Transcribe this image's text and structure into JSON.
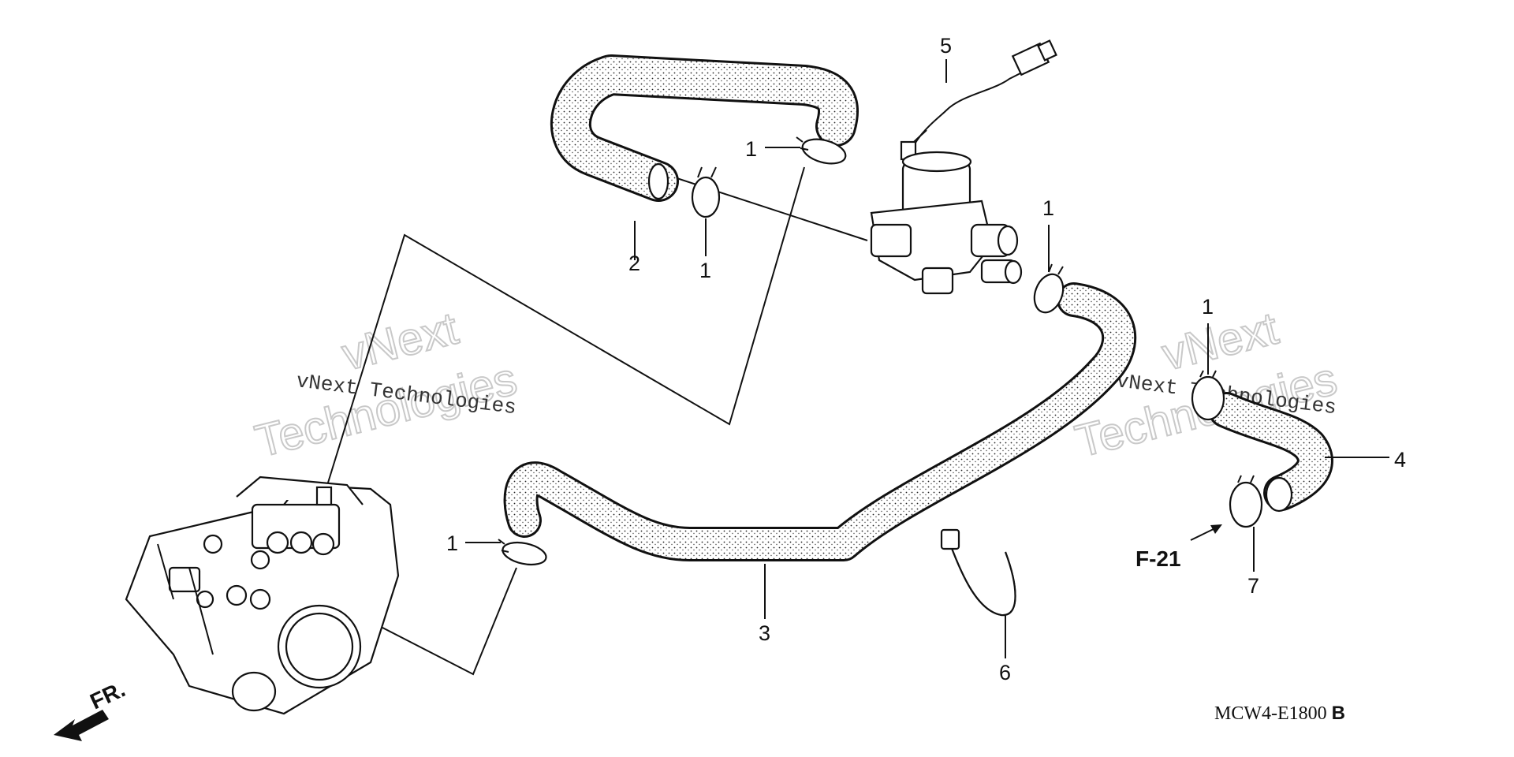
{
  "callouts": {
    "clip_top_center": "1",
    "clip_left_pipe": "1",
    "clip_valve_right": "1",
    "clip_right": "1",
    "clip_lower_left": "1",
    "hose_2": "2",
    "hose_3": "3",
    "hose_4": "4",
    "valve_5": "5",
    "band_6": "6",
    "clip_7": "7"
  },
  "reference": "F-21",
  "front_label": "FR.",
  "diagram_code": "MCW4-E1800",
  "diagram_code_suffix": "B",
  "watermark": {
    "left_small": "vNext Technologies",
    "left_big_top": "vNext",
    "left_big_bottom": "Technologies",
    "right_small": "vNext Technologies",
    "right_big_top": "vNext",
    "right_big_bottom": "Technologies"
  },
  "colors": {
    "line": "#111111",
    "hose_fill": "#ffffff",
    "watermark": "#c9c9c9"
  }
}
